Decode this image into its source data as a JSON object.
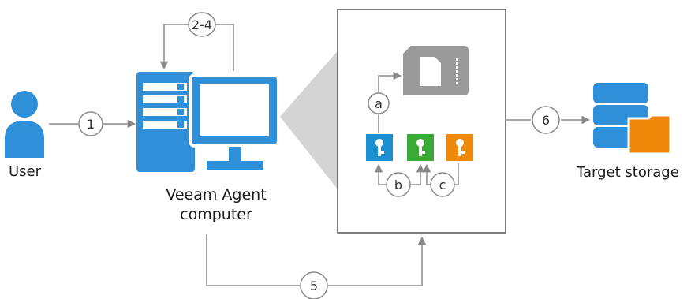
{
  "labels": {
    "user": "User",
    "computer_line1": "Veeam Agent",
    "computer_line2": "computer",
    "target_storage": "Target storage"
  },
  "steps": {
    "s1": "1",
    "s2_4": "2-4",
    "s5": "5",
    "s6": "6",
    "a": "a",
    "b": "b",
    "c": "c"
  },
  "colors": {
    "accent_blue": "#2f8fd8",
    "key_blue": "#1a8fd1",
    "key_green": "#3aa935",
    "key_orange": "#f0880a",
    "folder_orange": "#f0880a",
    "flow_line": "#8a8a8a",
    "panel_border": "#555555",
    "funnel_gray": "#d4d4d4",
    "card_gray": "#9a9a9a"
  },
  "icons": [
    "user-icon",
    "server-computer-icon",
    "memory-card-icon",
    "key-blue-icon",
    "key-green-icon",
    "key-orange-icon",
    "storage-folder-icon"
  ]
}
